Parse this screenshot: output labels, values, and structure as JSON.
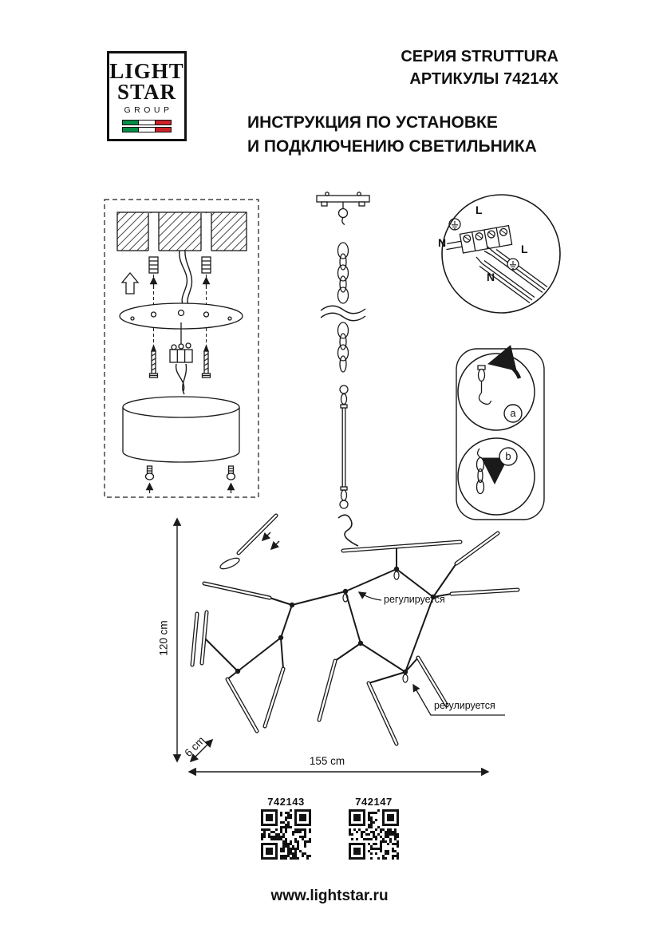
{
  "page": {
    "background": "#ffffff",
    "ink": "#1a1a1a"
  },
  "logo": {
    "line1": "LIGHT",
    "line2": "STAR",
    "line3": "GROUP",
    "flag_green": "#008C45",
    "flag_white": "#ffffff",
    "flag_red": "#CD212A"
  },
  "header": {
    "series": "СЕРИЯ STRUTTURA",
    "articles": "АРТИКУЛЫ 74214X",
    "title_line1": "ИНСТРУКЦИЯ ПО УСТАНОВКЕ",
    "title_line2": "И ПОДКЛЮЧЕНИЮ СВЕТИЛЬНИКА"
  },
  "wiring_labels": {
    "line_top": "L",
    "neutral_top": "N",
    "line_cable": "L",
    "neutral_cable": "N"
  },
  "detail_labels": {
    "a": "a",
    "b": "b"
  },
  "annotations": {
    "adjustable_top": "регулируется",
    "adjustable_bottom": "регулируется"
  },
  "dimensions": {
    "height": "120 cm",
    "depth": "6 cm",
    "width": "155 cm"
  },
  "products": [
    {
      "code": "742143"
    },
    {
      "code": "742147"
    }
  ],
  "footer": {
    "website": "www.lightstar.ru"
  }
}
